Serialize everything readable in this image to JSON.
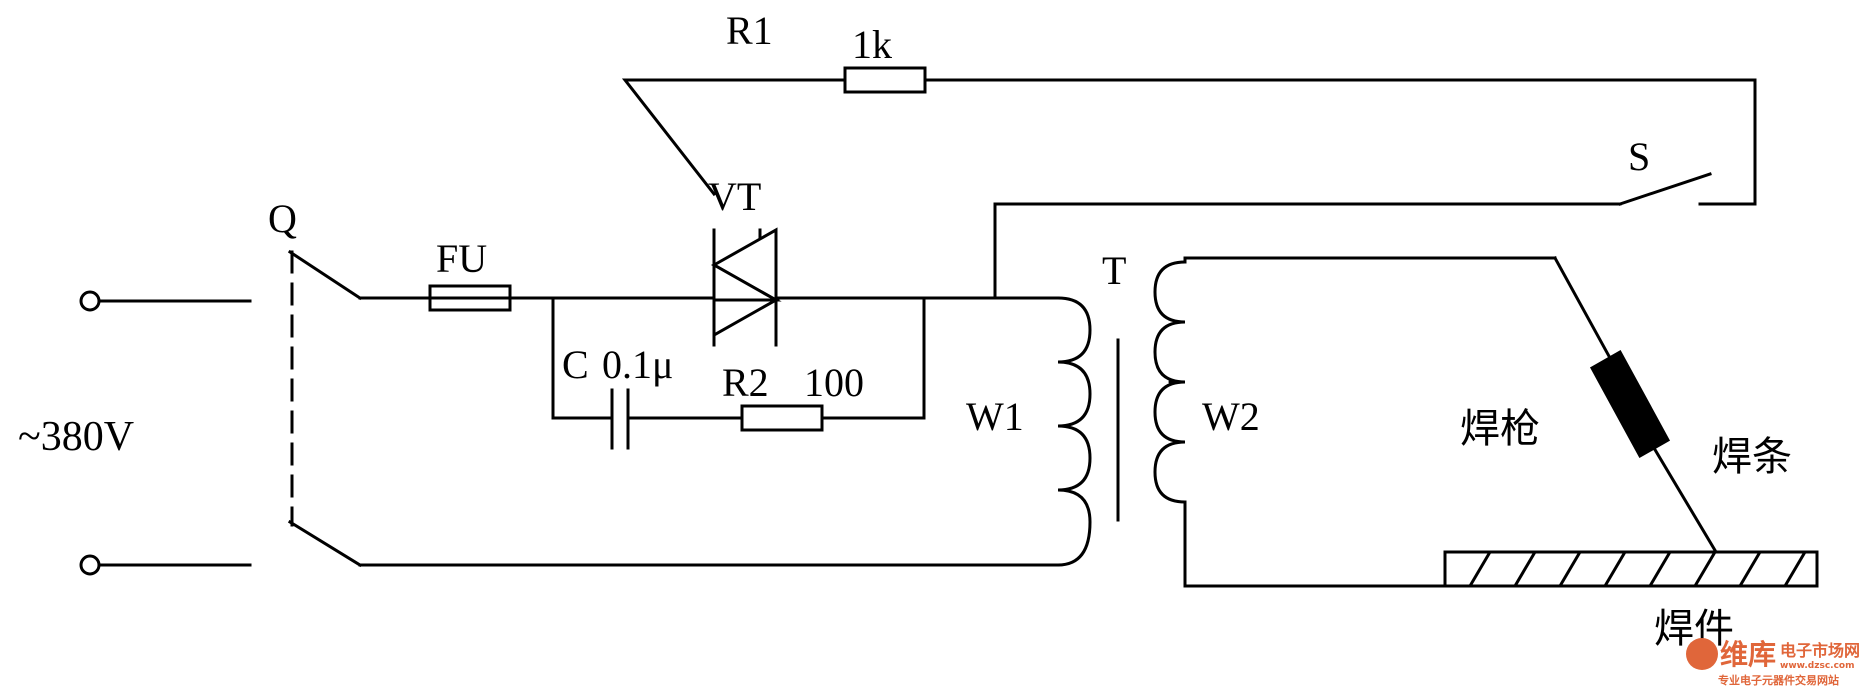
{
  "labels": {
    "R1": "R1",
    "R1_value": "1k",
    "VT": "VT",
    "S": "S",
    "Q": "Q",
    "FU": "FU",
    "T": "T",
    "C": "C",
    "C_value": "0.1μ",
    "R2": "R2",
    "R2_value": "100",
    "W1": "W1",
    "W2": "W2",
    "supply": "~380V",
    "welding_gun": "焊枪",
    "electrode": "焊条",
    "workpiece": "焊件"
  },
  "watermark": {
    "logo": "维库",
    "name": "电子市场网",
    "url": "www.dzsc.com",
    "slogan": "专业电子元器件交易网站"
  },
  "colors": {
    "ink": "#000000",
    "watermark": "#e0663a"
  }
}
